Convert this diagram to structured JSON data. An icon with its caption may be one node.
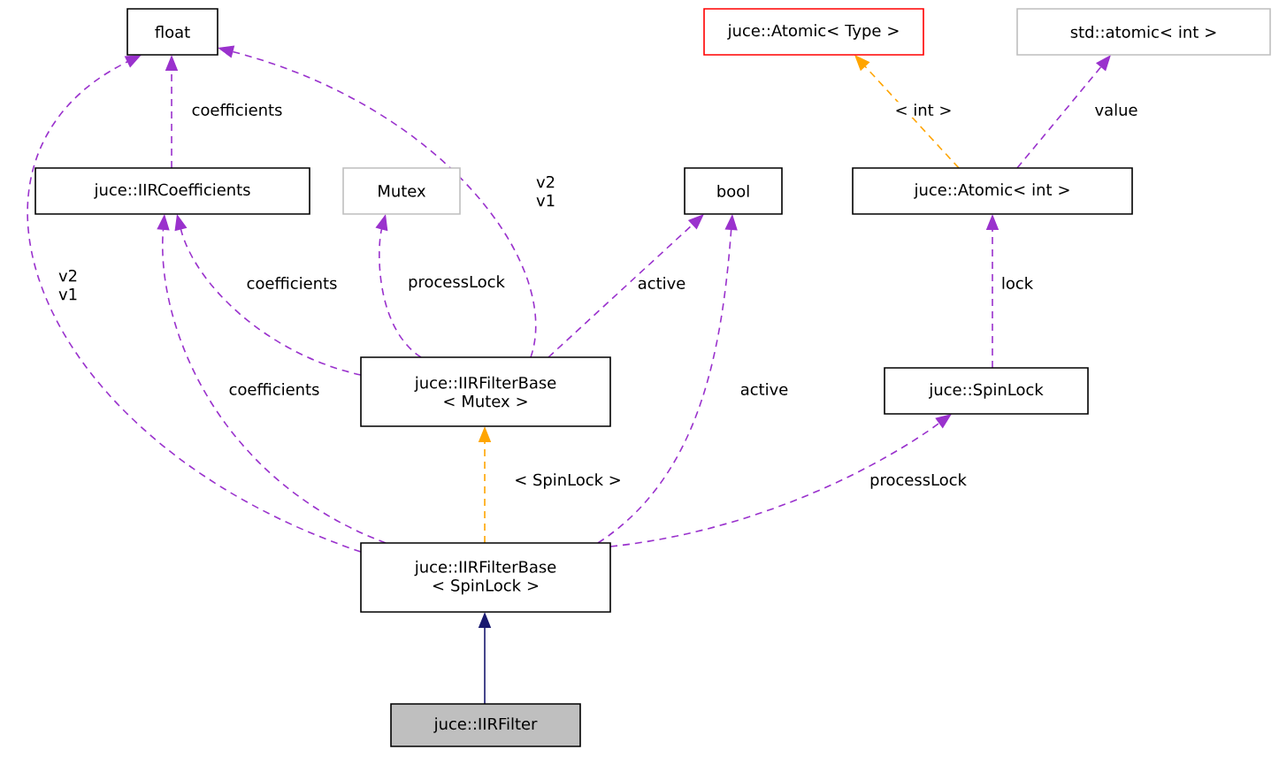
{
  "diagram": {
    "nodes": [
      {
        "text": [
          "float"
        ]
      },
      {
        "text": [
          "juce::Atomic< Type >"
        ]
      },
      {
        "text": [
          "std::atomic< int >"
        ]
      },
      {
        "text": [
          "juce::IIRCoefficients"
        ]
      },
      {
        "text": [
          "Mutex"
        ]
      },
      {
        "text": [
          "bool"
        ]
      },
      {
        "text": [
          "juce::Atomic< int >"
        ]
      },
      {
        "text": [
          "juce::IIRFilterBase < Mutex >"
        ]
      },
      {
        "text": [
          "juce::SpinLock"
        ]
      },
      {
        "text": [
          "juce::IIRFilterBase < SpinLock >"
        ]
      },
      {
        "text": [
          "juce::IIRFilter"
        ]
      }
    ],
    "edges": [
      {
        "from": 3,
        "to": 0,
        "arrow": "to",
        "label": "coefficients",
        "style": "dashed"
      },
      {
        "from": 7,
        "to": 0,
        "arrow": "to",
        "label": "v2 v1",
        "style": "dashed"
      },
      {
        "from": 9,
        "to": 0,
        "arrow": "to",
        "label": "v2 v1",
        "style": "dashed"
      },
      {
        "from": 6,
        "to": 1,
        "arrow": "to",
        "label": "< int >",
        "style": "dashed",
        "color": "#ffa500"
      },
      {
        "from": 6,
        "to": 2,
        "arrow": "to",
        "label": "value",
        "style": "dashed"
      },
      {
        "from": 7,
        "to": 3,
        "arrow": "to",
        "label": "coefficients",
        "style": "dashed"
      },
      {
        "from": 9,
        "to": 3,
        "arrow": "to",
        "label": "coefficients",
        "style": "dashed"
      },
      {
        "from": 7,
        "to": 4,
        "arrow": "to",
        "label": "processLock",
        "style": "dashed"
      },
      {
        "from": 7,
        "to": 5,
        "arrow": "to",
        "label": "active",
        "style": "dashed"
      },
      {
        "from": 9,
        "to": 5,
        "arrow": "to",
        "label": "active",
        "style": "dashed"
      },
      {
        "from": 8,
        "to": 6,
        "arrow": "to",
        "label": "lock",
        "style": "dashed"
      },
      {
        "from": 9,
        "to": 7,
        "arrow": "to",
        "label": "< SpinLock >",
        "style": "dashed",
        "color": "#ffa500"
      },
      {
        "from": 9,
        "to": 8,
        "arrow": "to",
        "label": "processLock",
        "style": "dashed"
      },
      {
        "from": 10,
        "to": 9,
        "arrow": "to",
        "color": "#191970"
      }
    ]
  }
}
